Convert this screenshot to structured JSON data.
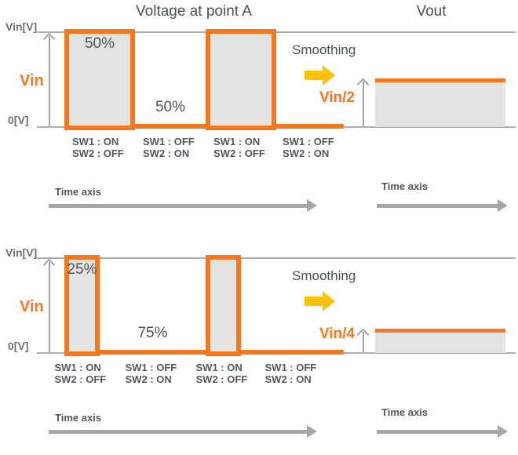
{
  "header": {
    "left_title": "Voltage at point A",
    "right_title": "Vout"
  },
  "panels": [
    {
      "duty_cycle_percent": 50,
      "vin_axis_label": "Vin[V]",
      "zero_axis_label": "0[V]",
      "vin_label": "Vin",
      "on_duty_label": "50%",
      "off_duty_label": "50%",
      "smoothing_label": "Smoothing",
      "vout_level_label": "Vin/2",
      "time_axis_label": "Time axis",
      "vout_time_axis_label": "Time axis",
      "switch_states": [
        {
          "line1": "SW1 : ON",
          "line2": "SW2 : OFF"
        },
        {
          "line1": "SW1 : OFF",
          "line2": "SW2 : ON"
        },
        {
          "line1": "SW1 : ON",
          "line2": "SW2 : OFF"
        },
        {
          "line1": "SW1 : OFF",
          "line2": "SW2 : ON"
        }
      ]
    },
    {
      "duty_cycle_percent": 25,
      "vin_axis_label": "Vin[V]",
      "zero_axis_label": "0[V]",
      "vin_label": "Vin",
      "on_duty_label": "25%",
      "off_duty_label": "75%",
      "smoothing_label": "Smoothing",
      "vout_level_label": "Vin/4",
      "time_axis_label": "Time axis",
      "vout_time_axis_label": "Time axis",
      "switch_states": [
        {
          "line1": "SW1 : ON",
          "line2": "SW2 : OFF"
        },
        {
          "line1": "SW1 : OFF",
          "line2": "SW2 : ON"
        },
        {
          "line1": "SW1 : ON",
          "line2": "SW2 : OFF"
        },
        {
          "line1": "SW1 : OFF",
          "line2": "SW2 : ON"
        }
      ]
    }
  ],
  "colors": {
    "waveform_orange": "#F5781E",
    "smoothing_arrow_yellow": "#FAC10D",
    "waveform_fill_gray": "#E3E3E2",
    "reference_line_gray": "#ACAEAF",
    "arrow_gray": "#A5A7AA",
    "text_dark_gray": "#54585A",
    "axis_label_gray": "#6D7072"
  }
}
